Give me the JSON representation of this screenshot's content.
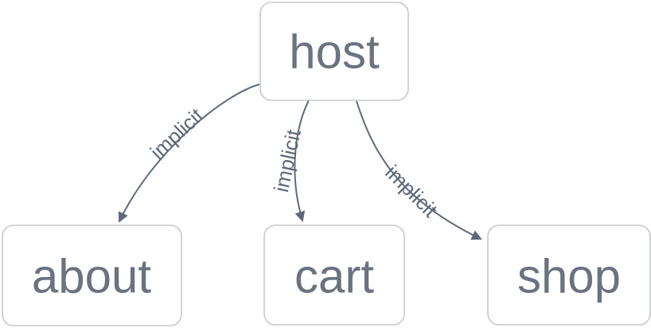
{
  "diagram": {
    "type": "flowchart",
    "direction": "top-down",
    "colors": {
      "background": "#ffffff",
      "node_fill": "#ffffff",
      "node_border": "#c6c8cb",
      "node_text": "#6b7280",
      "edge": "#5e6a7b",
      "edge_label": "#5e6a7b"
    },
    "nodes": [
      {
        "id": "host",
        "label": "host"
      },
      {
        "id": "about",
        "label": "about"
      },
      {
        "id": "cart",
        "label": "cart"
      },
      {
        "id": "shop",
        "label": "shop"
      }
    ],
    "edges": [
      {
        "from": "host",
        "to": "about",
        "label": "implicit"
      },
      {
        "from": "host",
        "to": "cart",
        "label": "implicit"
      },
      {
        "from": "host",
        "to": "shop",
        "label": "implicit"
      }
    ]
  }
}
